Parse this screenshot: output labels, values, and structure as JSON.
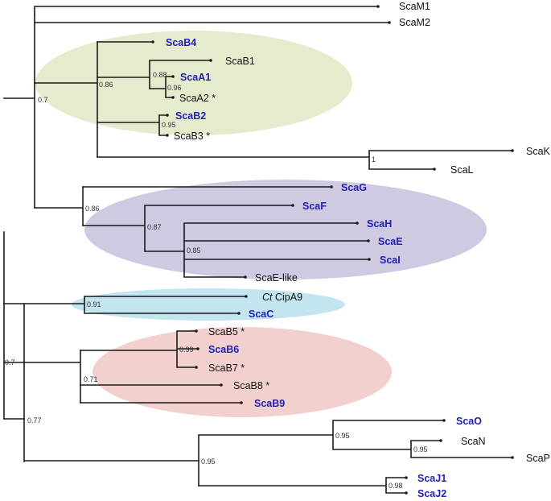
{
  "colors": {
    "highlight_text": "#1f1fb4",
    "normal_text": "#111111",
    "branch": "#1a1a1a",
    "group_green": "#dfe6c4",
    "group_purple": "#c9c1dd",
    "group_blue": "#b9e1ee",
    "group_red": "#f0c8c6"
  },
  "taxa": [
    {
      "name": "ScaM1",
      "highlight": false
    },
    {
      "name": "ScaM2",
      "highlight": false
    },
    {
      "name": "ScaB4",
      "highlight": true
    },
    {
      "name": "ScaB1",
      "highlight": false
    },
    {
      "name": "ScaA1",
      "highlight": true
    },
    {
      "name": "ScaA2 *",
      "highlight": false
    },
    {
      "name": "ScaB2",
      "highlight": true
    },
    {
      "name": "ScaB3 *",
      "highlight": false
    },
    {
      "name": "ScaK",
      "highlight": false
    },
    {
      "name": "ScaL",
      "highlight": false
    },
    {
      "name": "ScaG",
      "highlight": true
    },
    {
      "name": "ScaF",
      "highlight": true
    },
    {
      "name": "ScaH",
      "highlight": true
    },
    {
      "name": "ScaE",
      "highlight": true
    },
    {
      "name": "ScaI",
      "highlight": true
    },
    {
      "name": "ScaE-like",
      "highlight": false
    },
    {
      "name": "CipA9",
      "prefix": "Ct",
      "highlight": false
    },
    {
      "name": "ScaC",
      "highlight": true
    },
    {
      "name": "ScaB5 *",
      "highlight": false
    },
    {
      "name": "ScaB6",
      "highlight": true
    },
    {
      "name": "ScaB7 *",
      "highlight": false
    },
    {
      "name": "ScaB8 *",
      "highlight": false
    },
    {
      "name": "ScaB9",
      "highlight": true
    },
    {
      "name": "ScaO",
      "highlight": true
    },
    {
      "name": "ScaN",
      "highlight": false
    },
    {
      "name": "ScaP",
      "highlight": false
    },
    {
      "name": "ScaJ1",
      "highlight": true
    },
    {
      "name": "ScaJ2",
      "highlight": true
    }
  ],
  "support_values": [
    "0.7",
    "0.86",
    "0.88",
    "0.96",
    "0.95",
    "1",
    "0.86",
    "0.87",
    "0.85",
    "0.91",
    "0.7",
    "0.99",
    "0.71",
    "0.77",
    "0.95",
    "0.95",
    "0.95",
    "0.98"
  ]
}
